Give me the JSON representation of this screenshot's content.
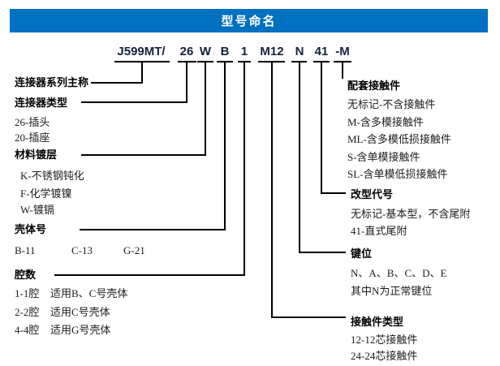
{
  "header": {
    "title": "型号命名",
    "bg_color": "#0070C0",
    "text_color": "#FFFFFF"
  },
  "model_code": {
    "full": "J599MT/ 26 W B 1 M12 N 41 -M",
    "color": "#15213C",
    "parts": [
      "J599MT/",
      "26",
      "W",
      "B",
      "1",
      "M12",
      "N",
      "41",
      "-M"
    ]
  },
  "left_sections": [
    {
      "title": "连接器系列主称",
      "items": []
    },
    {
      "title": "连接器类型",
      "items": [
        "26-插头",
        "20-插座"
      ]
    },
    {
      "title": "材料镀层",
      "items": [
        "K-不锈钢钝化",
        "F-化学镀镍",
        "W-镀镉"
      ]
    },
    {
      "title": "壳体号",
      "items": [
        "B-11",
        "C-13",
        "G-21"
      ]
    },
    {
      "title": "腔数",
      "items": [
        {
          "code": "1-1腔",
          "desc": "适用B、C号壳体"
        },
        {
          "code": "2-2腔",
          "desc": "适用C号壳体"
        },
        {
          "code": "4-4腔",
          "desc": "适用G号壳体"
        }
      ]
    }
  ],
  "right_sections": [
    {
      "title": "配套接触件",
      "items": [
        "无标记-不含接触件",
        "M-含多模接触件",
        "ML-含多模低损接触件",
        "S-含单模接触件",
        "SL-含单模低损接触件"
      ]
    },
    {
      "title": "改型代号",
      "items": [
        "无标记-基本型，不含尾附",
        "41-直式尾附"
      ]
    },
    {
      "title": "键位",
      "items": [
        "N、A、B、C、D、E",
        "其中N为正常键位"
      ]
    },
    {
      "title": "接触件类型",
      "items": [
        "12-12芯接触件",
        "24-24芯接触件"
      ]
    }
  ]
}
